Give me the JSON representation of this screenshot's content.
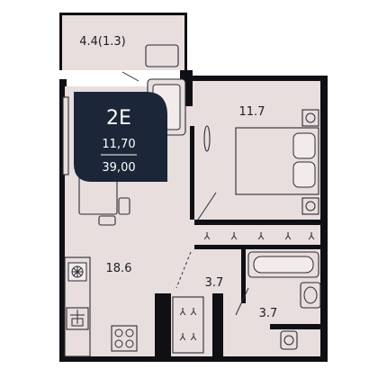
{
  "colors": {
    "wall": "#0f0f14",
    "floor": "#e8dede",
    "badge": "#1b2638",
    "badge_text": "#ffffff",
    "label": "#1c1c22"
  },
  "badge": {
    "type": "2E",
    "living_area": "11,70",
    "total_area": "39,00"
  },
  "rooms": {
    "balcony": "4.4(1.3)",
    "bedroom": "11.7",
    "kitchen_living": "18.6",
    "hall": "3.7",
    "bathroom": "3.7"
  },
  "icons": {
    "hanger": "hanger-icon",
    "hob": "stove-burner-icon",
    "washer": "washing-machine-icon",
    "fan": "fan-icon"
  }
}
